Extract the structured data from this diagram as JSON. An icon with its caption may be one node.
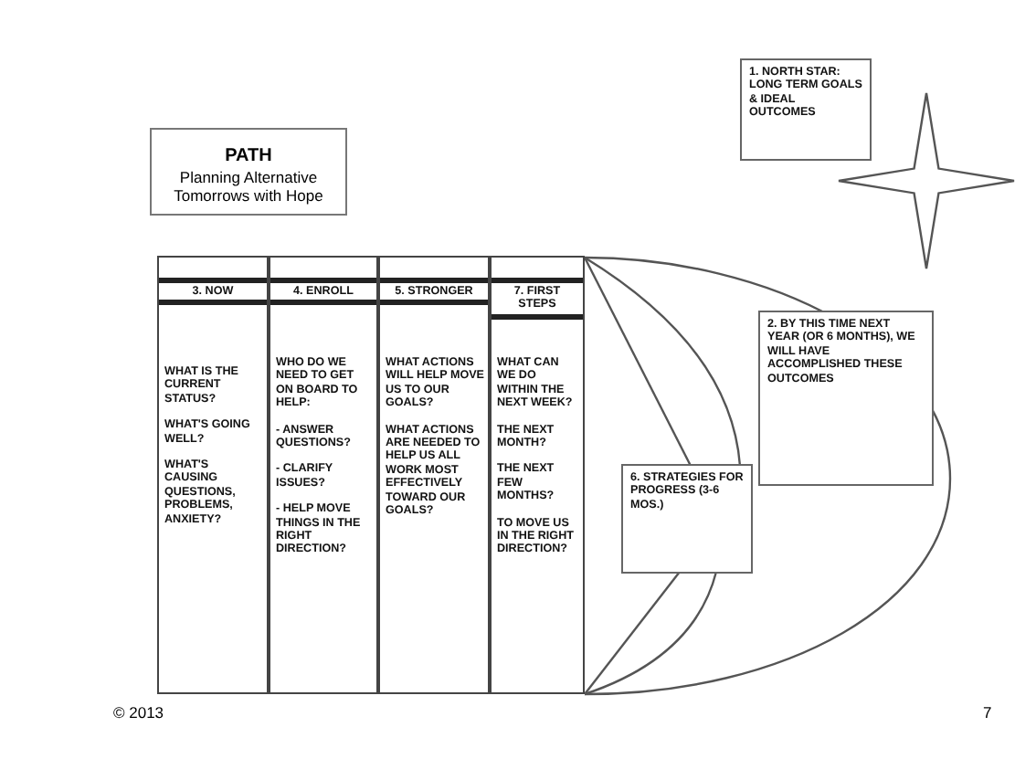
{
  "diagram": {
    "nodes": [
      {
        "text": [
          "PATH",
          "Planning Alternative Tomorrows with Hope"
        ]
      },
      {
        "text": [
          "1. NORTH STAR: LONG TERM GOALS & IDEAL OUTCOMES"
        ]
      },
      {
        "text": [],
        "shape": "star"
      },
      {
        "text": [
          "3. NOW",
          "WHAT IS THE CURRENT STATUS?",
          "WHAT'S GOING WELL?",
          "WHAT'S CAUSING QUESTIONS, PROBLEMS, ANXIETY?"
        ]
      },
      {
        "text": [
          "4. ENROLL",
          "WHO DO WE NEED TO GET ON BOARD TO HELP:",
          "- ANSWER QUESTIONS?",
          "- CLARIFY ISSUES?",
          "- HELP MOVE THINGS IN THE RIGHT DIRECTION?"
        ]
      },
      {
        "text": [
          "5. STRONGER",
          "WHAT ACTIONS WILL HELP MOVE US TO OUR GOALS?",
          "WHAT ACTIONS ARE NEEDED TO HELP US ALL WORK MOST EFFECTIVELY TOWARD OUR GOALS?"
        ]
      },
      {
        "text": [
          "7. FIRST STEPS",
          "WHAT CAN WE DO WITHIN THE NEXT WEEK?",
          "THE NEXT MONTH?",
          "THE NEXT FEW MONTHS?",
          "TO MOVE US IN THE RIGHT DIRECTION?"
        ]
      },
      {
        "text": [
          "6. STRATEGIES FOR PROGRESS (3-6 MOS.)"
        ]
      },
      {
        "text": [
          "2. BY THIS TIME NEXT YEAR (OR 6 MONTHS), WE WILL HAVE ACCOMPLISHED THESE OUTCOMES"
        ]
      }
    ],
    "edges": [],
    "labels": [
      "© 2013",
      "7"
    ]
  }
}
